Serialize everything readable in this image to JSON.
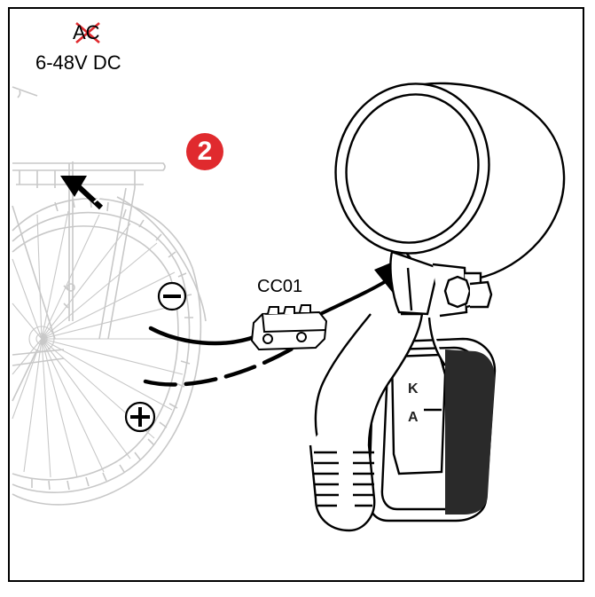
{
  "labels": {
    "ac": "AC",
    "voltage": "6-48V DC",
    "step": "2",
    "connector": "CC01",
    "lamp_k": "K",
    "lamp_a": "A"
  },
  "colors": {
    "badge": "#e02a2e",
    "cross": "#e02a2e",
    "bike_lines": "#c8c8c8",
    "ink": "#000000"
  },
  "icons": {
    "minus": "minus-circle-icon",
    "plus": "plus-circle-icon"
  }
}
